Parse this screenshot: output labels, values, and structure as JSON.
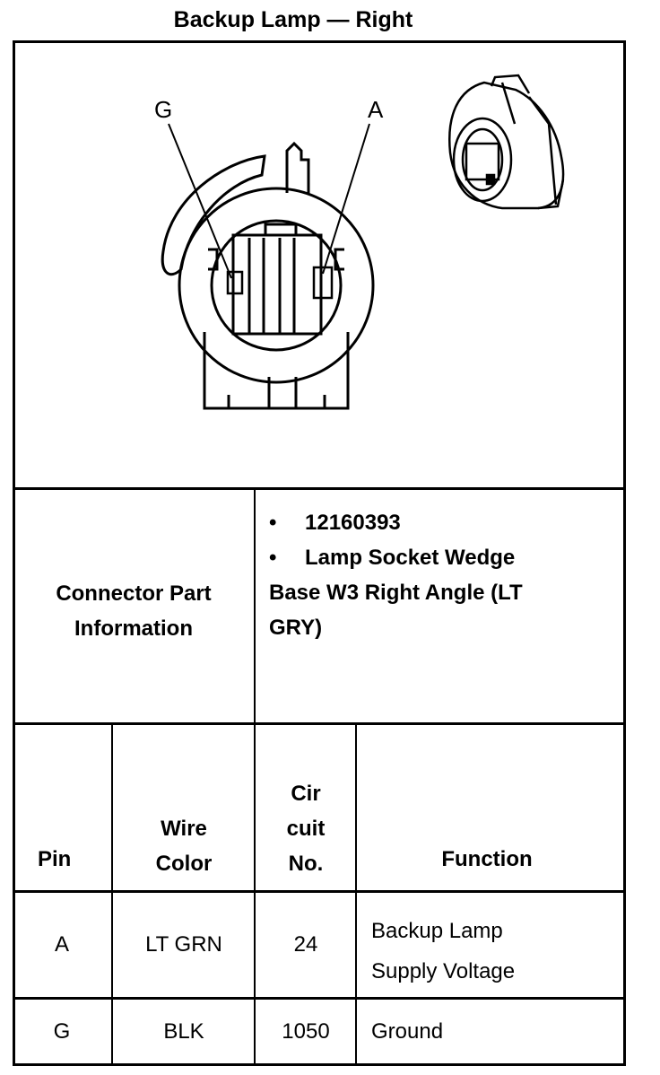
{
  "title": "Backup Lamp — Right",
  "figure": {
    "pin_labels": [
      "G",
      "A"
    ]
  },
  "part_info": {
    "label_line1": "Connector Part",
    "label_line2": "Information",
    "bullets": [
      "12160393",
      "Lamp Socket Wedge"
    ],
    "cont_lines": [
      "Base W3 Right Angle (LT",
      "GRY)"
    ]
  },
  "table": {
    "headers": {
      "pin": "Pin",
      "wire_1": "Wire",
      "wire_2": "Color",
      "circ_1": "Cir",
      "circ_2": "cuit",
      "circ_3": "No.",
      "function": "Function"
    },
    "rows": [
      {
        "pin": "A",
        "color": "LT GRN",
        "circuit": "24",
        "function_1": "Backup Lamp",
        "function_2": "Supply Voltage"
      },
      {
        "pin": "G",
        "color": "BLK",
        "circuit": "1050",
        "function_1": "Ground",
        "function_2": ""
      }
    ]
  }
}
